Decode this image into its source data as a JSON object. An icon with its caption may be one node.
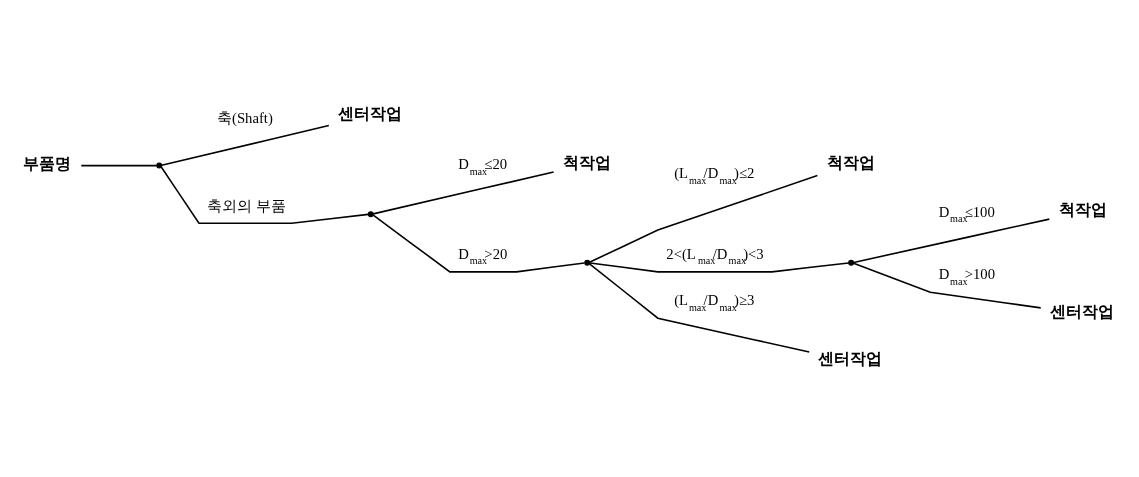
{
  "diagram": {
    "nodes": [
      {
        "text": [
          "부품명"
        ]
      },
      {
        "text": [],
        "shape": "point"
      },
      {
        "text": [
          "센터작업"
        ]
      },
      {
        "text": [],
        "shape": "point"
      },
      {
        "text": [
          "척작업"
        ]
      },
      {
        "text": [],
        "shape": "point"
      },
      {
        "text": [
          "척작업"
        ]
      },
      {
        "text": [],
        "shape": "point"
      },
      {
        "text": [
          "척작업"
        ]
      },
      {
        "text": [
          "센터작업"
        ]
      },
      {
        "text": [
          "센터작업"
        ]
      }
    ],
    "edges": [
      {
        "from": 0,
        "to": 1,
        "arrow": "none"
      },
      {
        "from": 1,
        "to": 2,
        "arrow": "none",
        "label": "축(Shaft)"
      },
      {
        "from": 1,
        "to": 3,
        "arrow": "none",
        "label": "축외의 부품"
      },
      {
        "from": 3,
        "to": 4,
        "arrow": "none",
        "label": "D$_{max}$≤20"
      },
      {
        "from": 3,
        "to": 5,
        "arrow": "none",
        "label": "D$_{max}$>20"
      },
      {
        "from": 5,
        "to": 6,
        "arrow": "none",
        "label": "(L$_{max}$/D$_{max}$)≤2"
      },
      {
        "from": 5,
        "to": 7,
        "arrow": "none",
        "label": "2<(L$_{max}$/D$_{max}$)<3"
      },
      {
        "from": 7,
        "to": 8,
        "arrow": "none",
        "label": "D$_{max}$≤100"
      },
      {
        "from": 7,
        "to": 9,
        "arrow": "none",
        "label": "D$_{max}$>100"
      },
      {
        "from": 5,
        "to": 10,
        "arrow": "none",
        "label": "(L$_{max}$/D$_{max}$)≥3"
      }
    ]
  }
}
